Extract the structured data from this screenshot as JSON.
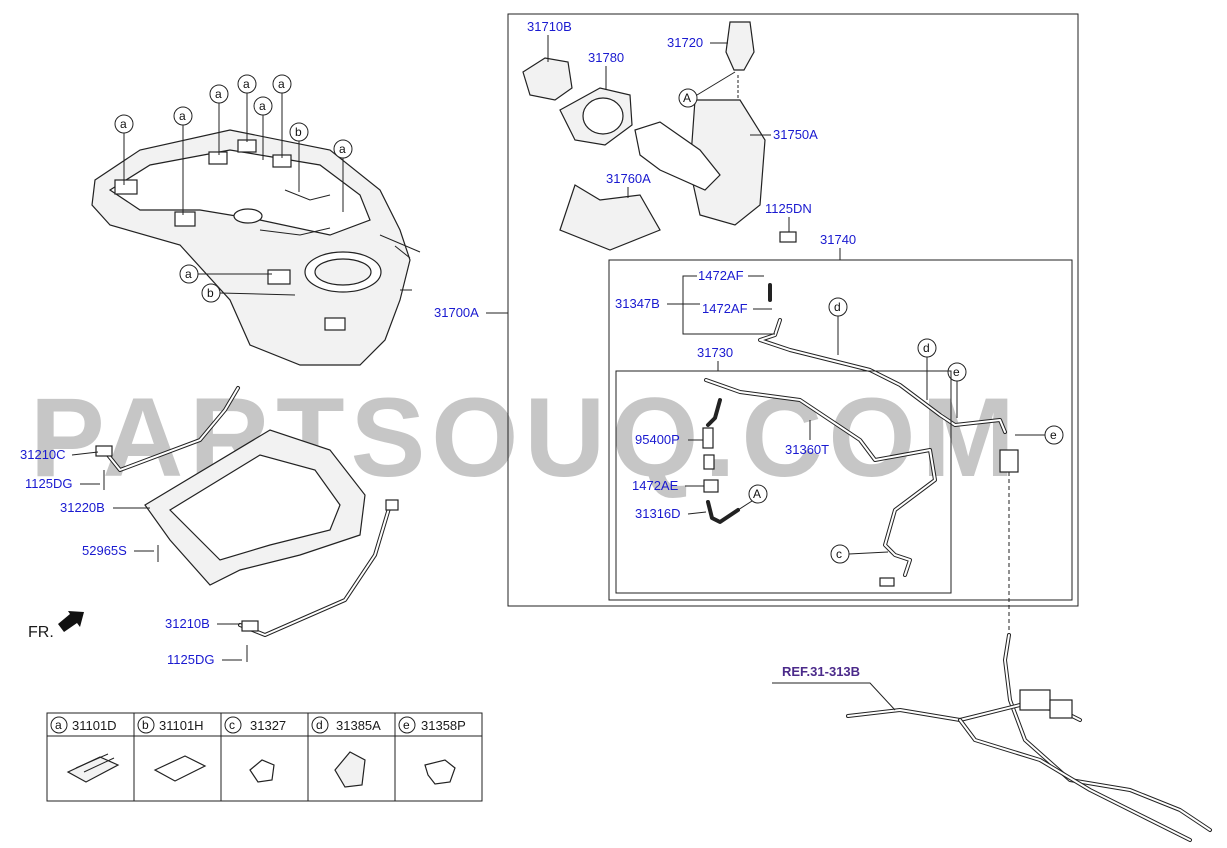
{
  "watermark": "PARTSOUQ.COM",
  "callout_letters": {
    "a": "a",
    "b": "b",
    "c": "c",
    "d": "d",
    "e": "e",
    "A": "A"
  },
  "parts": {
    "p31710B": "31710B",
    "p31780": "31780",
    "p31720": "31720",
    "p31750A": "31750A",
    "p31760A": "31760A",
    "p1125DN": "1125DN",
    "p31740": "31740",
    "p31700A": "31700A",
    "p1472AF_1": "1472AF",
    "p31347B": "31347B",
    "p1472AF_2": "1472AF",
    "p31730": "31730",
    "p95400P": "95400P",
    "p31360T": "31360T",
    "p1472AE": "1472AE",
    "p31316D": "31316D",
    "p31210C": "31210C",
    "p1125DG_1": "1125DG",
    "p31220B": "31220B",
    "p52965S": "52965S",
    "p31210B": "31210B",
    "p1125DG_2": "1125DG"
  },
  "fr_label": "FR.",
  "ref_label": "REF.31-313B",
  "legend": [
    {
      "letter": "a",
      "part": "31101D",
      "icon": "foam-pad-icon"
    },
    {
      "letter": "b",
      "part": "31101H",
      "icon": "flat-pad-icon"
    },
    {
      "letter": "c",
      "part": "31327",
      "icon": "clip-icon"
    },
    {
      "letter": "d",
      "part": "31385A",
      "icon": "clamp-icon"
    },
    {
      "letter": "e",
      "part": "31358P",
      "icon": "bracket-clip-icon"
    }
  ]
}
